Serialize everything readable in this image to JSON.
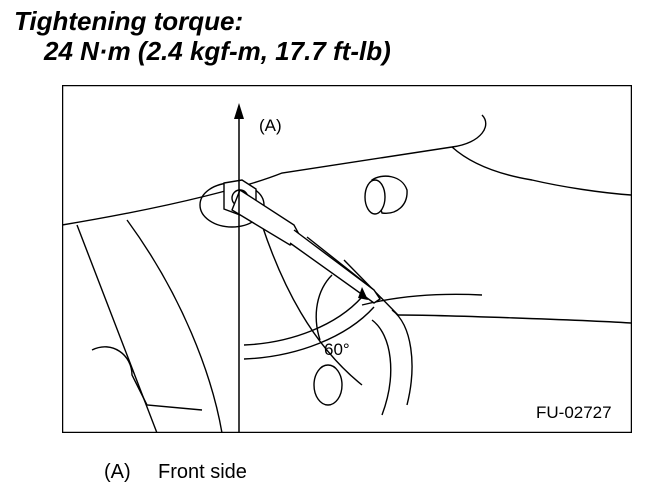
{
  "heading": {
    "line1": "Tightening torque:",
    "line2": "24 N·m (2.4 kgf-m, 17.7 ft-lb)"
  },
  "figure": {
    "arrow_label": "(A)",
    "angle_label": "60°",
    "figure_code": "FU-02727"
  },
  "caption": {
    "key": "(A)",
    "text": "Front side"
  }
}
